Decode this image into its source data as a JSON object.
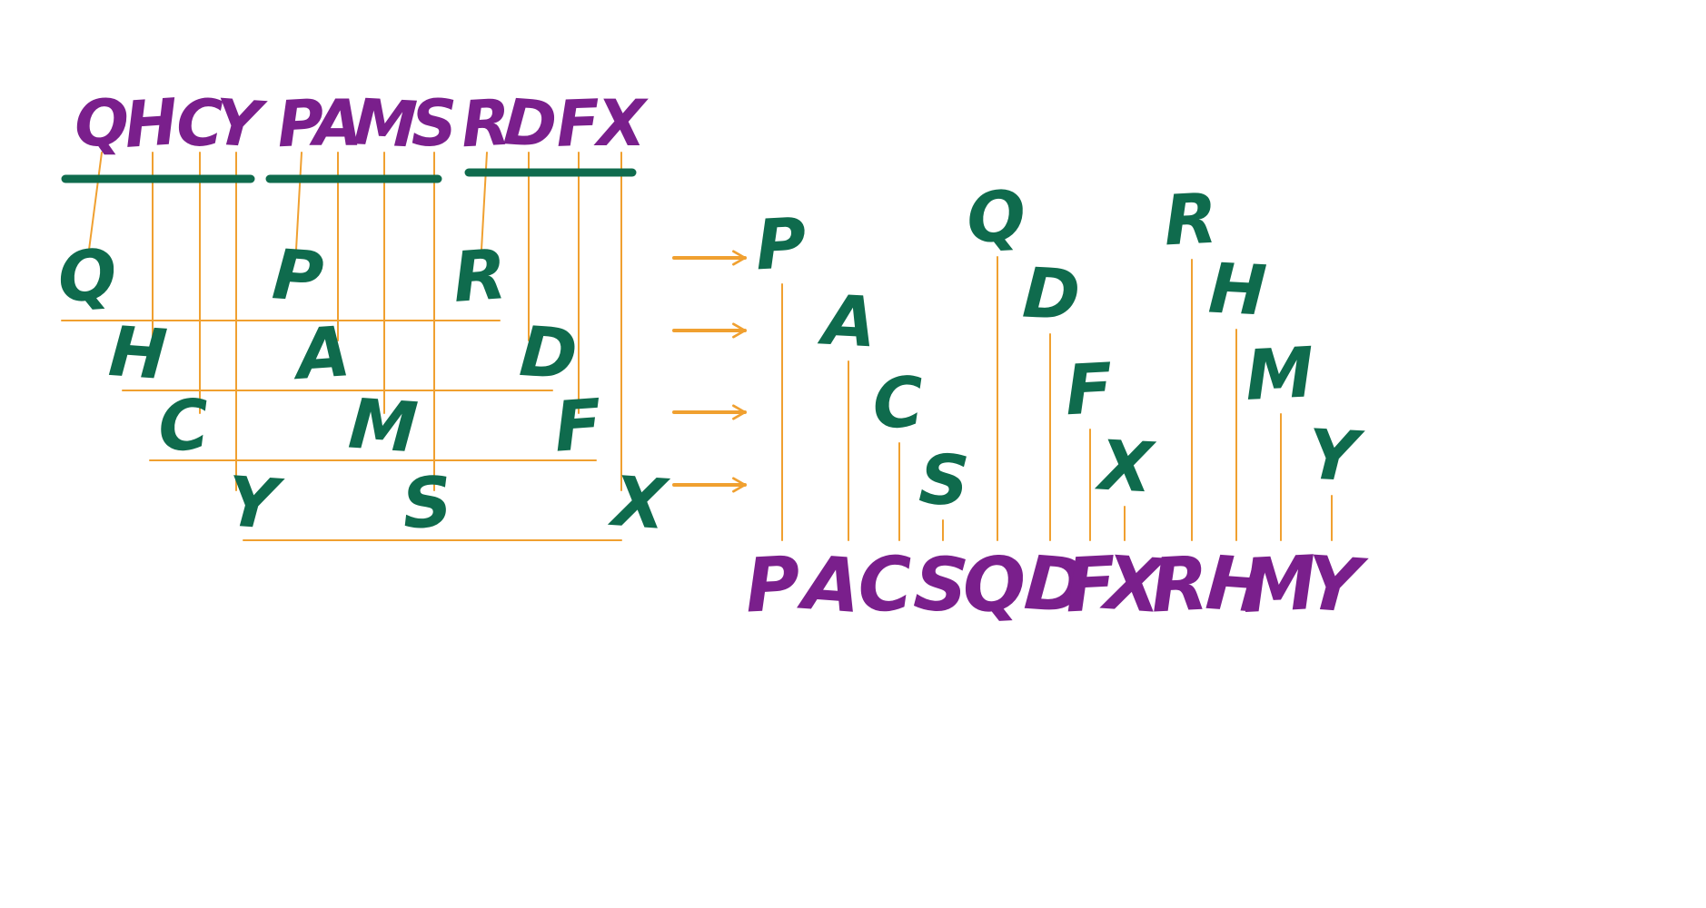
{
  "colors": {
    "input_letters": "#7a1f8c",
    "placed_letters": "#0f6b4d",
    "guide_lines": "#f0a030",
    "group_bars": "#0f6b4d",
    "arrows": "#f0a030",
    "output_stems": "#f0a030"
  },
  "diagram": {
    "input_groups": [
      {
        "letters": [
          "Q",
          "H",
          "C",
          "Y"
        ]
      },
      {
        "letters": [
          "P",
          "A",
          "M",
          "S"
        ]
      },
      {
        "letters": [
          "R",
          "D",
          "F",
          "X"
        ]
      }
    ],
    "levels": [
      {
        "level": 1,
        "letters": [
          "Q",
          "P",
          "R"
        ]
      },
      {
        "level": 2,
        "letters": [
          "H",
          "A",
          "D"
        ]
      },
      {
        "level": 3,
        "letters": [
          "C",
          "M",
          "F"
        ]
      },
      {
        "level": 4,
        "letters": [
          "Y",
          "S",
          "X"
        ]
      }
    ],
    "arrow_count": 4,
    "sorted_columns": [
      {
        "letter": "P",
        "level": 1
      },
      {
        "letter": "A",
        "level": 2
      },
      {
        "letter": "C",
        "level": 3
      },
      {
        "letter": "S",
        "level": 4
      },
      {
        "letter": "Q",
        "level": 1
      },
      {
        "letter": "D",
        "level": 2
      },
      {
        "letter": "F",
        "level": 3
      },
      {
        "letter": "X",
        "level": 4
      },
      {
        "letter": "R",
        "level": 1
      },
      {
        "letter": "H",
        "level": 2
      },
      {
        "letter": "M",
        "level": 3
      },
      {
        "letter": "Y",
        "level": 4
      }
    ],
    "output_row": [
      "P",
      "A",
      "C",
      "S",
      "Q",
      "D",
      "F",
      "X",
      "R",
      "H",
      "M",
      "Y"
    ]
  }
}
